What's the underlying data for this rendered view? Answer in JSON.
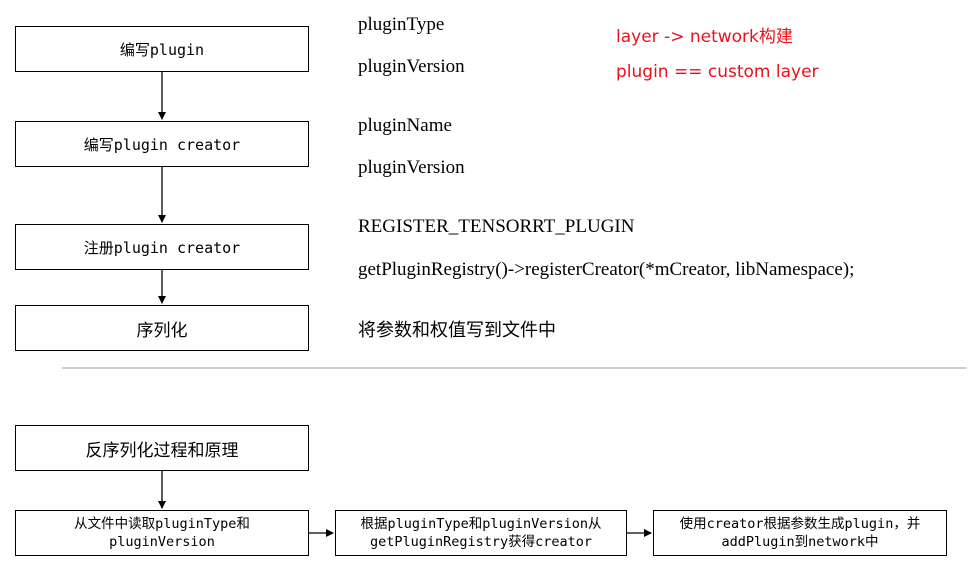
{
  "flow_top": {
    "steps": [
      {
        "label": "编写plugin"
      },
      {
        "label": "编写plugin creator"
      },
      {
        "label": "注册plugin creator"
      },
      {
        "label": "序列化"
      }
    ]
  },
  "notes": {
    "step1": [
      "pluginType",
      "pluginVersion"
    ],
    "step2": [
      "pluginName",
      "pluginVersion"
    ],
    "step3": [
      "REGISTER_TENSORRT_PLUGIN",
      "getPluginRegistry()->registerCreator(*mCreator, libNamespace);"
    ],
    "step4": "将参数和权值写到文件中"
  },
  "annotations": {
    "color": "#e8121b",
    "line1": "layer -> network构建",
    "line2": "plugin == custom layer"
  },
  "flow_bottom": {
    "title": "反序列化过程和原理",
    "steps": [
      {
        "label": "从文件中读取pluginType和\npluginVersion"
      },
      {
        "label": "根据pluginType和pluginVersion从\ngetPluginRegistry获得creator"
      },
      {
        "label": "使用creator根据参数生成plugin，并\naddPlugin到network中"
      }
    ]
  }
}
